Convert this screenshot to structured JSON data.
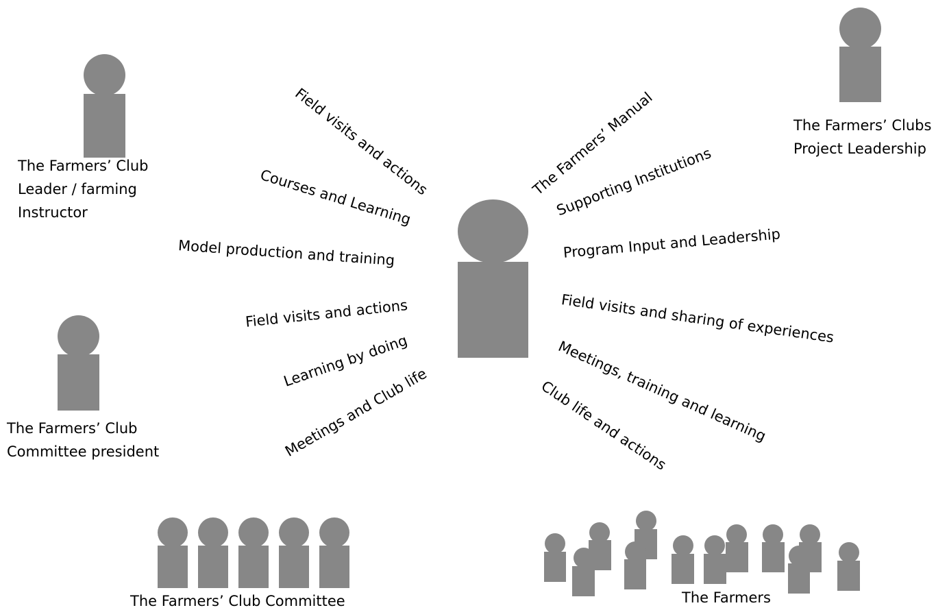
{
  "actors": {
    "club_leader": {
      "lines": [
        "The Farmers’ Club",
        "Leader / farming",
        "Instructor"
      ]
    },
    "project_leadership": {
      "lines": [
        "The Farmers’ Clubs",
        "Project Leadership"
      ]
    },
    "committee_president": {
      "lines": [
        "The Farmers’ Club",
        "Committee president"
      ]
    },
    "committee": {
      "label": "The Farmers’ Club Committee"
    },
    "farmers": {
      "label": "The Farmers"
    }
  },
  "spokes_left": [
    "Field visits and actions",
    "Courses and Learning",
    "Model production and training",
    "Field visits and actions",
    "Learning by doing",
    "Meetings and Club life"
  ],
  "spokes_right": [
    "The Farmers’ Manual",
    "Supporting Institutions",
    "Program Input and Leadership",
    "Field visits and sharing of experiences",
    "Meetings, training and learning",
    "Club life and actions"
  ],
  "colors": {
    "figure": "#878787",
    "text": "#000000",
    "background": "#ffffff"
  }
}
